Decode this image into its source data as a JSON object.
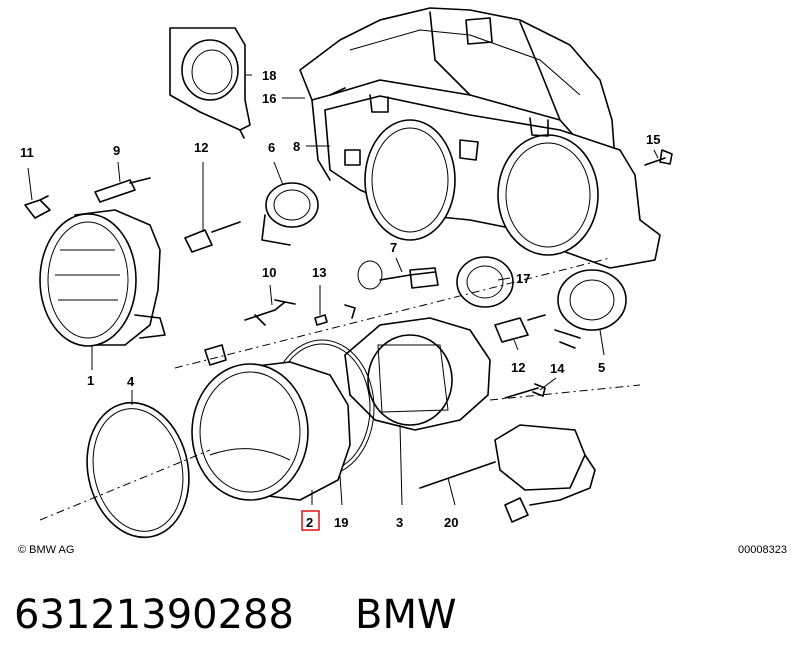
{
  "diagram": {
    "callouts": [
      {
        "id": "18",
        "text": "18"
      },
      {
        "id": "16",
        "text": "16"
      },
      {
        "id": "11",
        "text": "11"
      },
      {
        "id": "9",
        "text": "9"
      },
      {
        "id": "12a",
        "text": "12"
      },
      {
        "id": "6",
        "text": "6"
      },
      {
        "id": "8",
        "text": "8"
      },
      {
        "id": "15",
        "text": "15"
      },
      {
        "id": "7",
        "text": "7"
      },
      {
        "id": "10",
        "text": "10"
      },
      {
        "id": "13",
        "text": "13"
      },
      {
        "id": "17",
        "text": "17"
      },
      {
        "id": "12b",
        "text": "12"
      },
      {
        "id": "14",
        "text": "14"
      },
      {
        "id": "5",
        "text": "5"
      },
      {
        "id": "1",
        "text": "1"
      },
      {
        "id": "4",
        "text": "4"
      },
      {
        "id": "3",
        "text": "3"
      },
      {
        "id": "20",
        "text": "20"
      },
      {
        "id": "2",
        "text": "2"
      },
      {
        "id": "19",
        "text": "19"
      }
    ],
    "highlighted_callout": "2",
    "highlight_color": "#e02020",
    "copyright": "© BMW AG",
    "diagram_number": "00008323"
  },
  "caption": {
    "part_number": "63121390288",
    "brand": "BMW"
  }
}
